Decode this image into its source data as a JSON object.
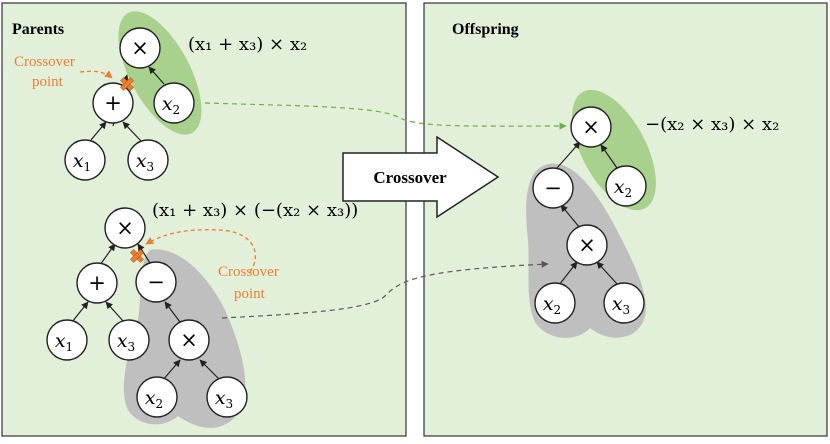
{
  "panels": {
    "parents_title": "Parents",
    "offspring_title": "Offspring"
  },
  "arrow_label": "Crossover",
  "annotations": {
    "crossover_point_1_line1": "Crossover",
    "crossover_point_1_line2": "point",
    "crossover_point_2_line1": "Crossover",
    "crossover_point_2_line2": "point"
  },
  "operators": {
    "mul": "×",
    "add": "+",
    "neg": "−"
  },
  "variables": {
    "x": "x",
    "sub1": "1",
    "sub2": "2",
    "sub3": "3"
  },
  "expressions": {
    "parent1": "(x₁ + x₃) × x₂",
    "parent2": "(x₁ + x₃) × (−(x₂ × x₃))",
    "offspring": "−(x₂ × x₃) × x₂"
  },
  "colors": {
    "panel_bg": "#E2EFD9",
    "green_highlight": "#A9D18E",
    "gray_highlight": "#BFBFBF",
    "orange": "#ED7D31",
    "green_dash": "#70AD47",
    "gray_dash": "#595959"
  }
}
